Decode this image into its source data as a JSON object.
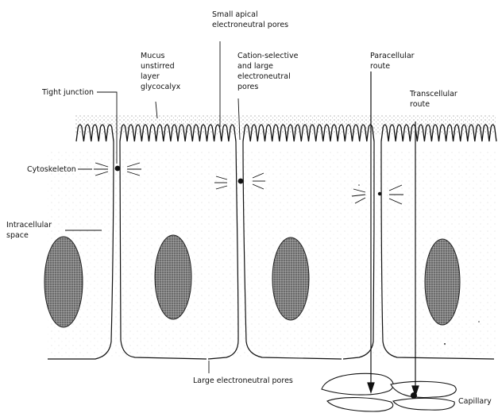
{
  "labels": {
    "small_apical_line1": "Small apical",
    "small_apical_line2": "electroneutral pores",
    "mucus_line1": "Mucus",
    "mucus_line2": "unstirred",
    "mucus_line3": "layer",
    "mucus_line4": "glycocalyx",
    "cation_line1": "Cation-selective",
    "cation_line2": "and large",
    "cation_line3": "electroneutral",
    "cation_line4": "pores",
    "paracellular_line1": "Paracellular",
    "paracellular_line2": "route",
    "transcellular_line1": "Transcellular",
    "transcellular_line2": "route",
    "tight_junction": "Tight junction",
    "cytoskeleton": "Cytoskeleton",
    "intracellular_line1": "Intracellular",
    "intracellular_line2": "space",
    "large_pores": "Large electroneutral pores",
    "capillary": "Capillary"
  },
  "colors": {
    "ink": "#111111",
    "stipple": "#9a9a9a",
    "nucleus_fill": "#6e6e6e"
  }
}
